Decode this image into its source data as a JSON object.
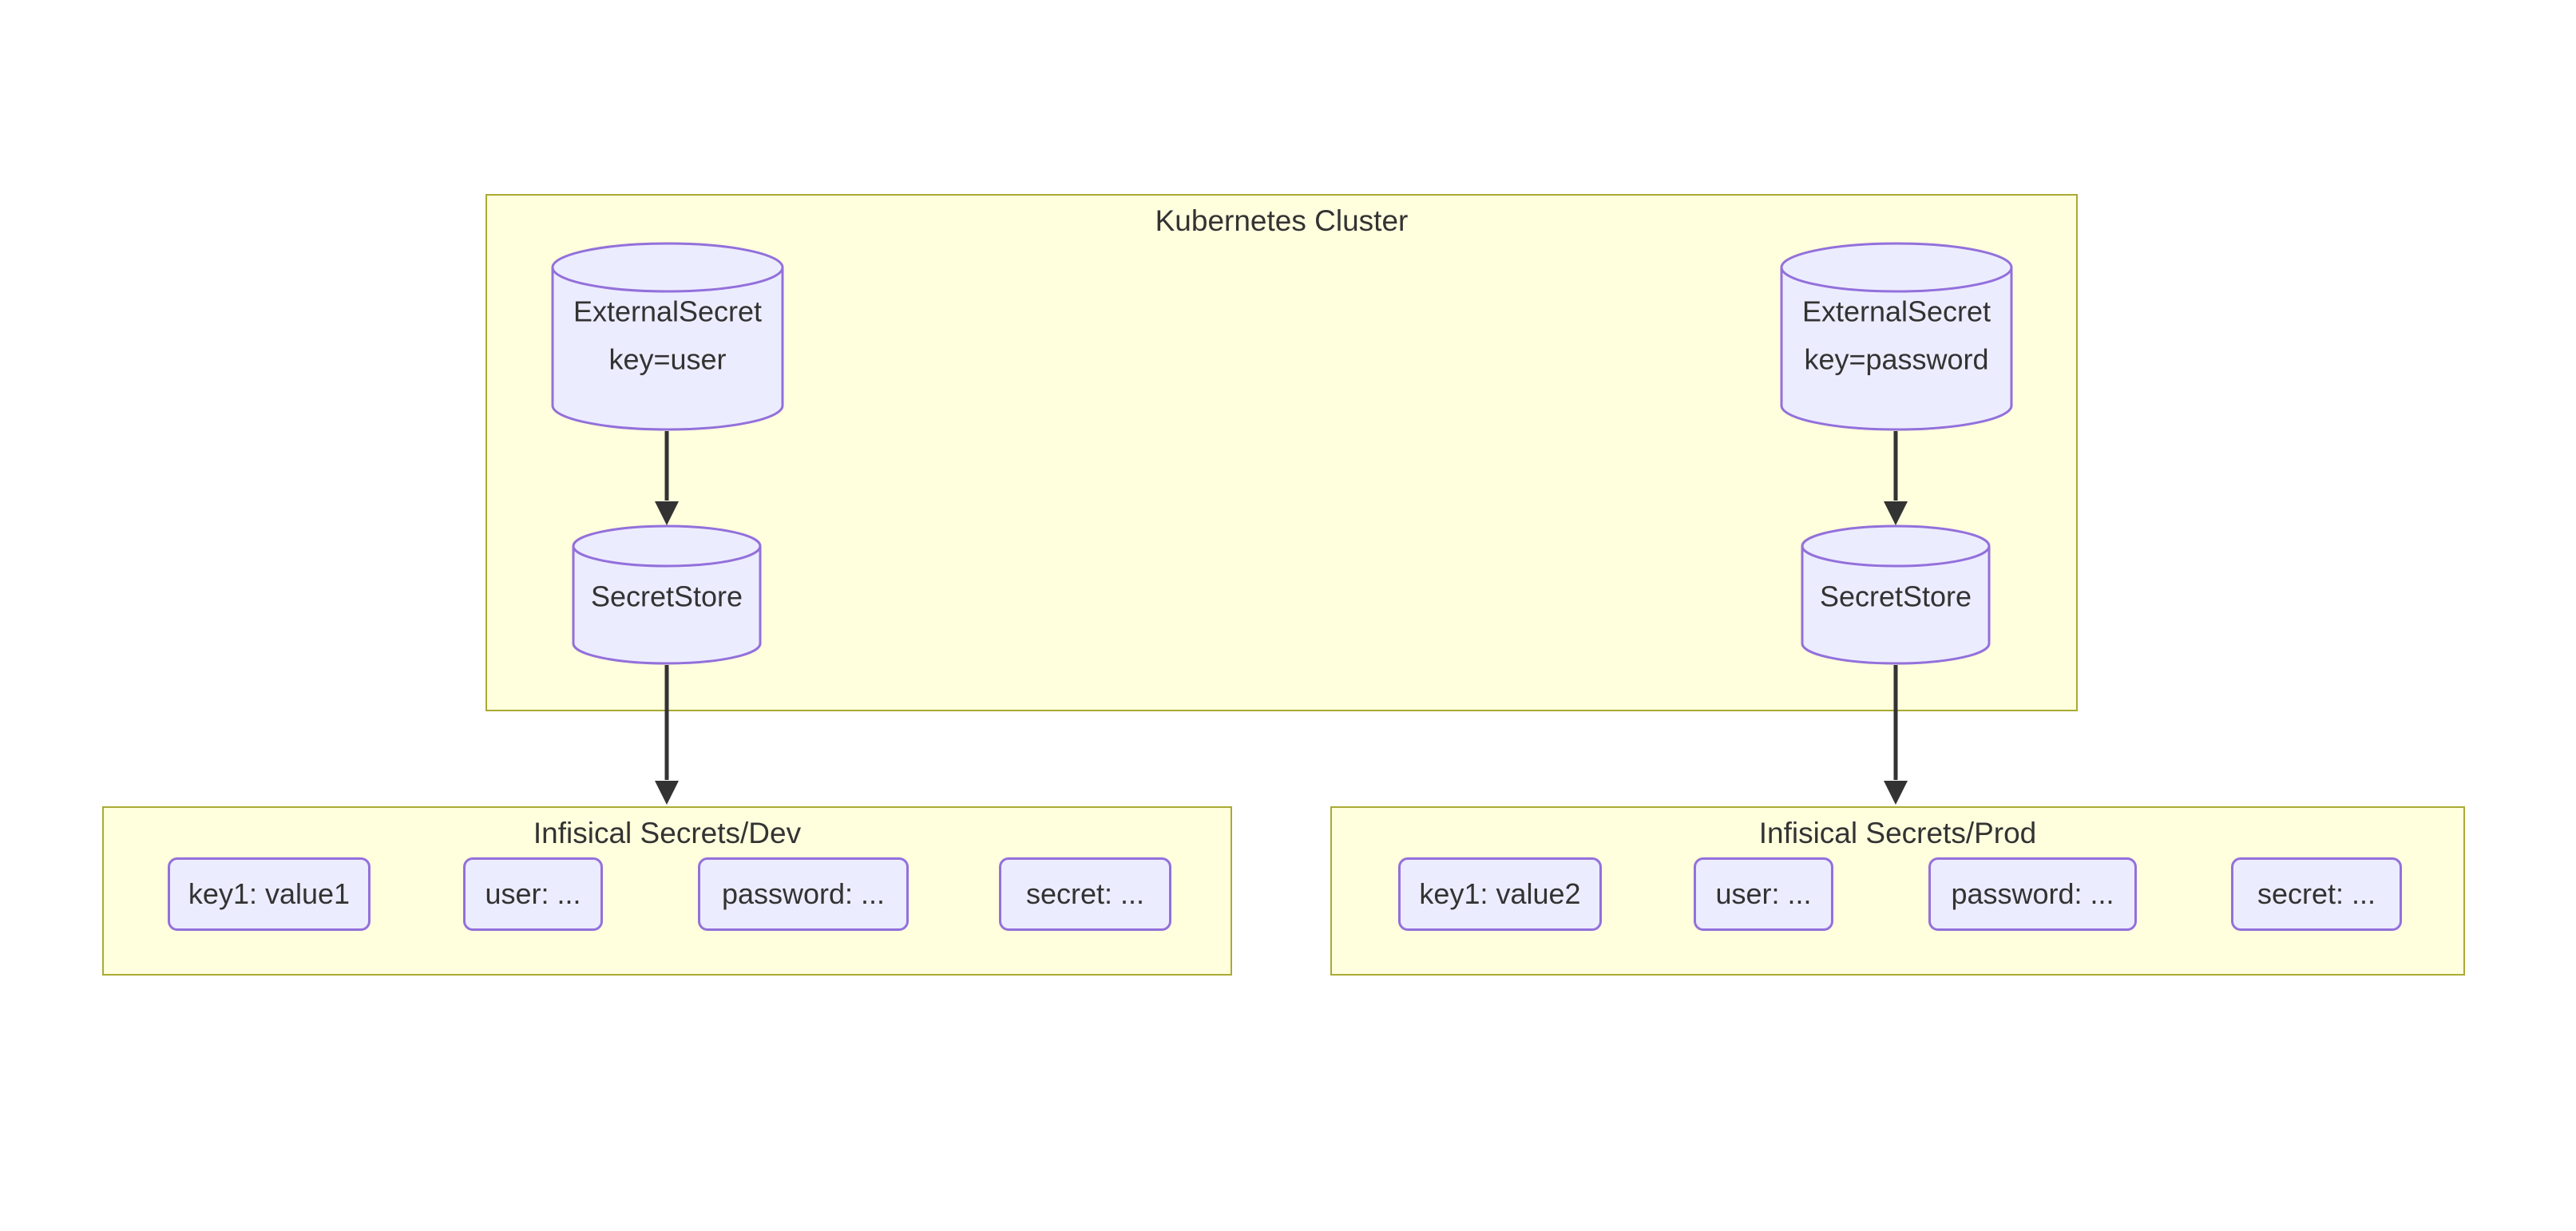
{
  "diagram": {
    "type": "flowchart",
    "cluster": {
      "title": "Kubernetes Cluster",
      "external_secret_dev": {
        "line1": "ExternalSecret",
        "line2": "key=user"
      },
      "secret_store_dev": {
        "label": "SecretStore"
      },
      "external_secret_prod": {
        "line1": "ExternalSecret",
        "line2": "key=password"
      },
      "secret_store_prod": {
        "label": "SecretStore"
      }
    },
    "dev": {
      "title": "Infisical Secrets/Dev",
      "secrets": [
        "key1: value1",
        "user: ...",
        "password: ...",
        "secret: ..."
      ]
    },
    "prod": {
      "title": "Infisical Secrets/Prod",
      "secrets": [
        "key1: value2",
        "user: ...",
        "password: ...",
        "secret: ..."
      ]
    },
    "edges": [
      "ExternalSecret key=user -> SecretStore (dev)",
      "SecretStore (dev) -> Infisical Secrets/Dev",
      "ExternalSecret key=password -> SecretStore (prod)",
      "SecretStore (prod) -> Infisical Secrets/Prod"
    ],
    "colors": {
      "cluster_fill": "#FFFFDE",
      "cluster_border": "#AAAA33",
      "node_fill": "#ECECFF",
      "node_border": "#9370DB",
      "edge": "#333333",
      "text": "#333333",
      "background": "#FFFFFF"
    }
  }
}
